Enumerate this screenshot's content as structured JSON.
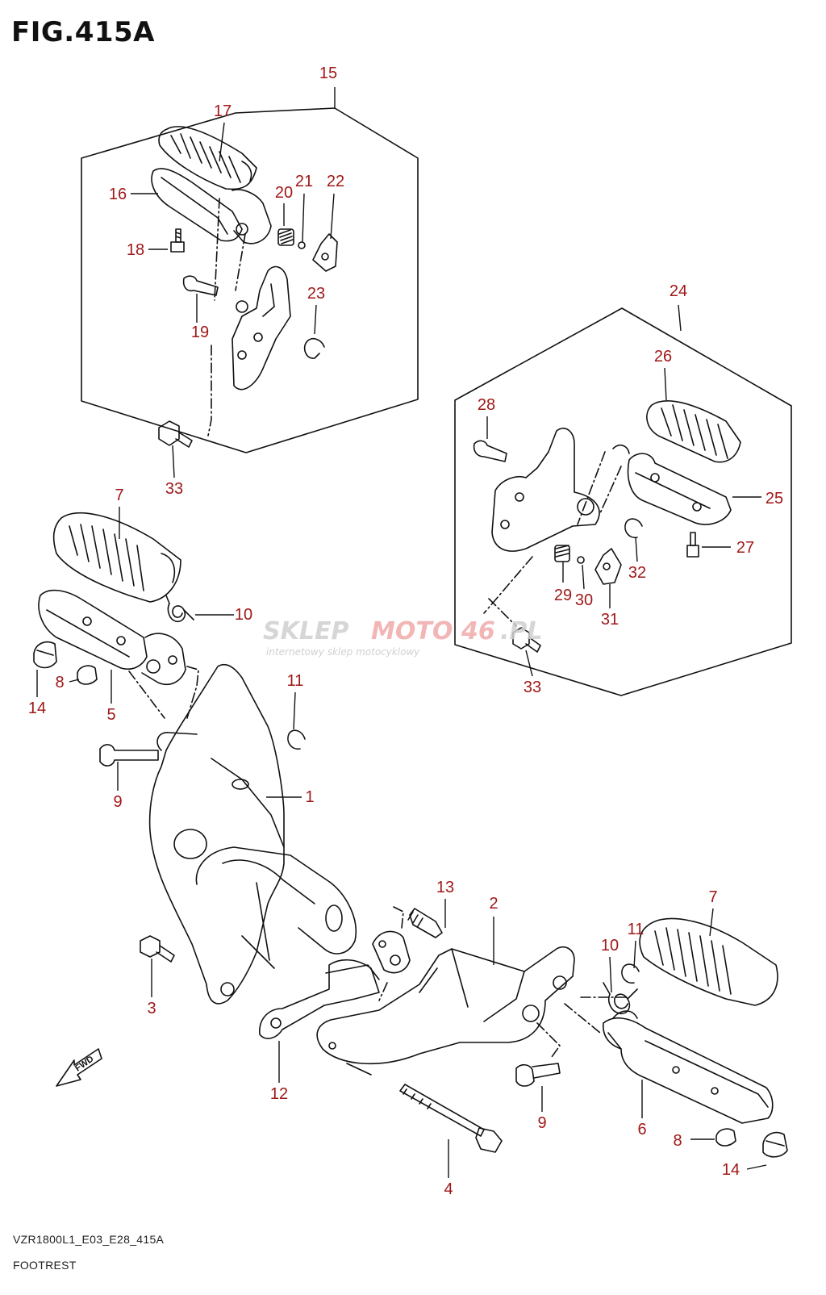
{
  "figure": {
    "title": "FIG.415A",
    "model_code": "VZR1800L1_E03_E28_415A",
    "description": "FOOTREST"
  },
  "fwd_label": "FWD",
  "watermark": {
    "brand_left": "SKLEP",
    "brand_mid": "MOTO",
    "brand_num": "46",
    "brand_tld": ".PL",
    "tagline": "internetowy sklep motocyklowy"
  },
  "colors": {
    "callout": "#a01818",
    "line": "#111111",
    "watermark_grey": "#d0d0d0",
    "watermark_red": "#f2b3b3"
  },
  "callouts": [
    {
      "id": "15",
      "label": "15"
    },
    {
      "id": "17",
      "label": "17"
    },
    {
      "id": "16",
      "label": "16"
    },
    {
      "id": "20",
      "label": "20"
    },
    {
      "id": "21",
      "label": "21"
    },
    {
      "id": "22",
      "label": "22"
    },
    {
      "id": "18",
      "label": "18"
    },
    {
      "id": "23",
      "label": "23"
    },
    {
      "id": "19",
      "label": "19"
    },
    {
      "id": "33a",
      "label": "33"
    },
    {
      "id": "24",
      "label": "24"
    },
    {
      "id": "26",
      "label": "26"
    },
    {
      "id": "28",
      "label": "28"
    },
    {
      "id": "25",
      "label": "25"
    },
    {
      "id": "27",
      "label": "27"
    },
    {
      "id": "29",
      "label": "29"
    },
    {
      "id": "30",
      "label": "30"
    },
    {
      "id": "32",
      "label": "32"
    },
    {
      "id": "31",
      "label": "31"
    },
    {
      "id": "33b",
      "label": "33"
    },
    {
      "id": "7a",
      "label": "7"
    },
    {
      "id": "10a",
      "label": "10"
    },
    {
      "id": "14a",
      "label": "14"
    },
    {
      "id": "8a",
      "label": "8"
    },
    {
      "id": "5",
      "label": "5"
    },
    {
      "id": "11a",
      "label": "11"
    },
    {
      "id": "9a",
      "label": "9"
    },
    {
      "id": "1",
      "label": "1"
    },
    {
      "id": "13",
      "label": "13"
    },
    {
      "id": "2",
      "label": "2"
    },
    {
      "id": "7b",
      "label": "7"
    },
    {
      "id": "11b",
      "label": "11"
    },
    {
      "id": "10b",
      "label": "10"
    },
    {
      "id": "3",
      "label": "3"
    },
    {
      "id": "12",
      "label": "12"
    },
    {
      "id": "9b",
      "label": "9"
    },
    {
      "id": "6",
      "label": "6"
    },
    {
      "id": "8b",
      "label": "8"
    },
    {
      "id": "14b",
      "label": "14"
    },
    {
      "id": "4",
      "label": "4"
    }
  ]
}
